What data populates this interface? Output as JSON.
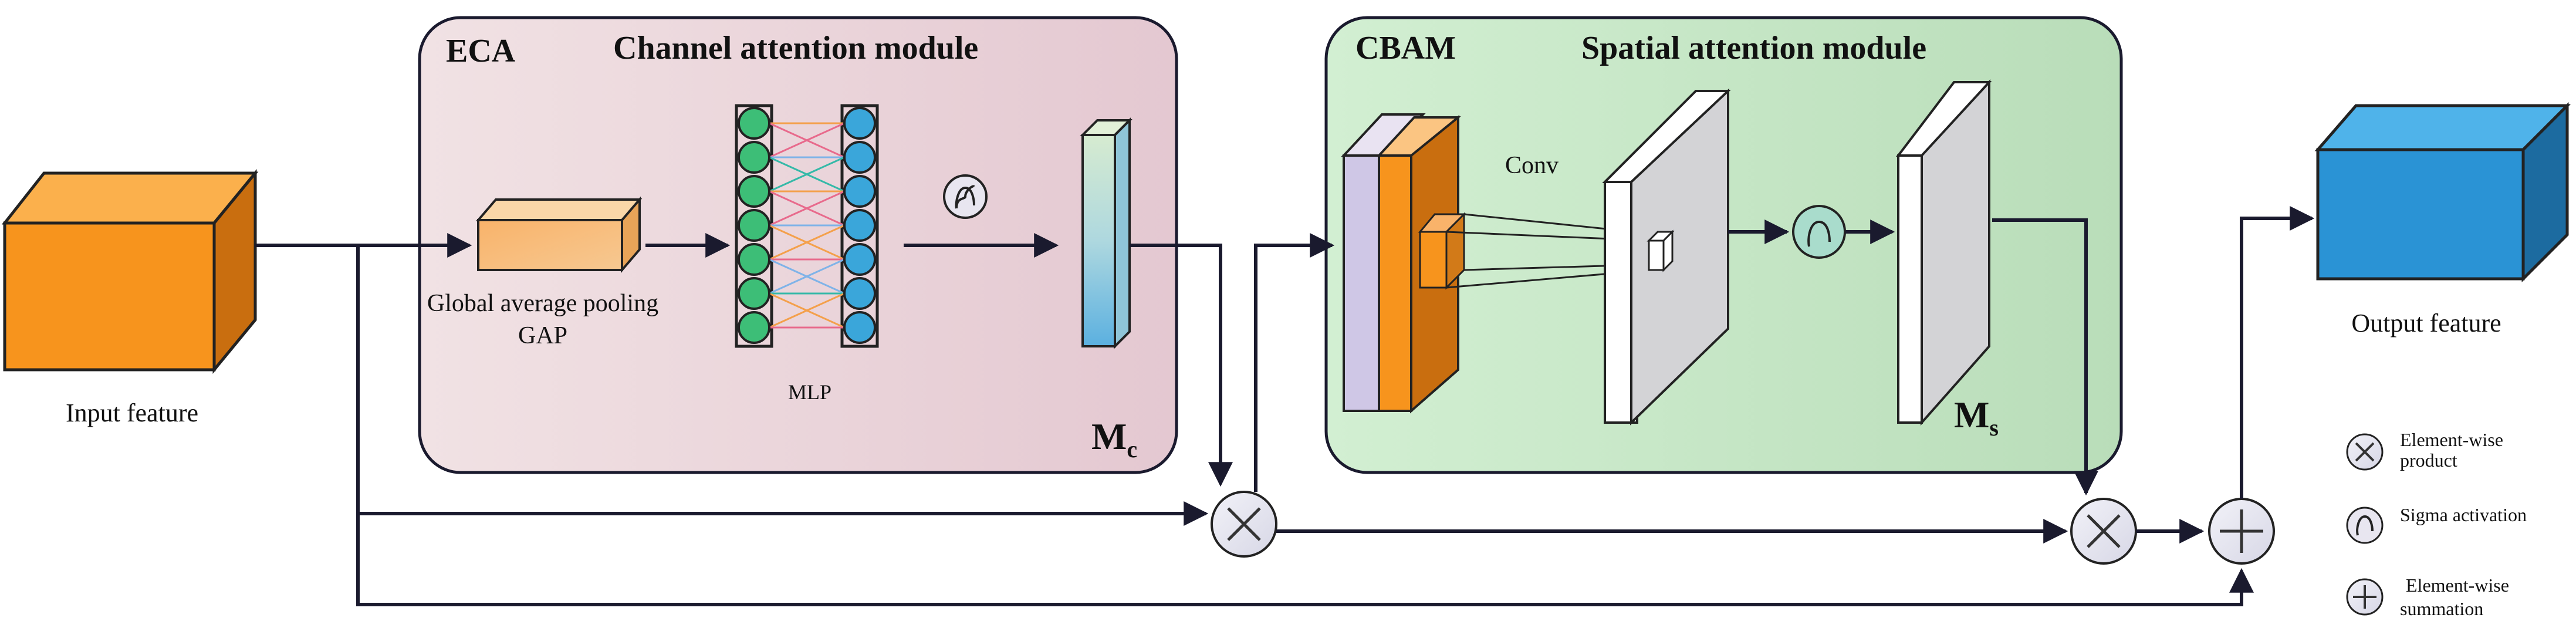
{
  "eca_module": {
    "tag": "ECA",
    "title": "Channel attention module",
    "gap_label_line1": "Global average pooling",
    "gap_label_line2": "GAP",
    "mlp_label": "MLP",
    "mc_label": "M",
    "mc_subscript": "c"
  },
  "cbam_module": {
    "tag": "CBAM",
    "title": "Spatial attention module",
    "conv_label": "Conv",
    "ms_label": "M",
    "ms_subscript": "s"
  },
  "input": {
    "label": "Input feature"
  },
  "output": {
    "label": "Output feature"
  },
  "legend": {
    "product_line1": "Element-wise",
    "product_line2": "product",
    "sigma": "Sigma activation",
    "sum_line1": "Element-wise",
    "sum_line2": "summation"
  },
  "colors": {
    "input_front": "#F7941D",
    "input_side": "#C96E0F",
    "output_front": "#2A93D5",
    "output_side": "#1C6BA0",
    "eca_bg": "#E7CFD6",
    "cbam_bg": "#C9E8C9",
    "mlp_green": "#3DBE77",
    "mlp_blue": "#3AA6DA",
    "arrow": "#1A1A2E"
  }
}
